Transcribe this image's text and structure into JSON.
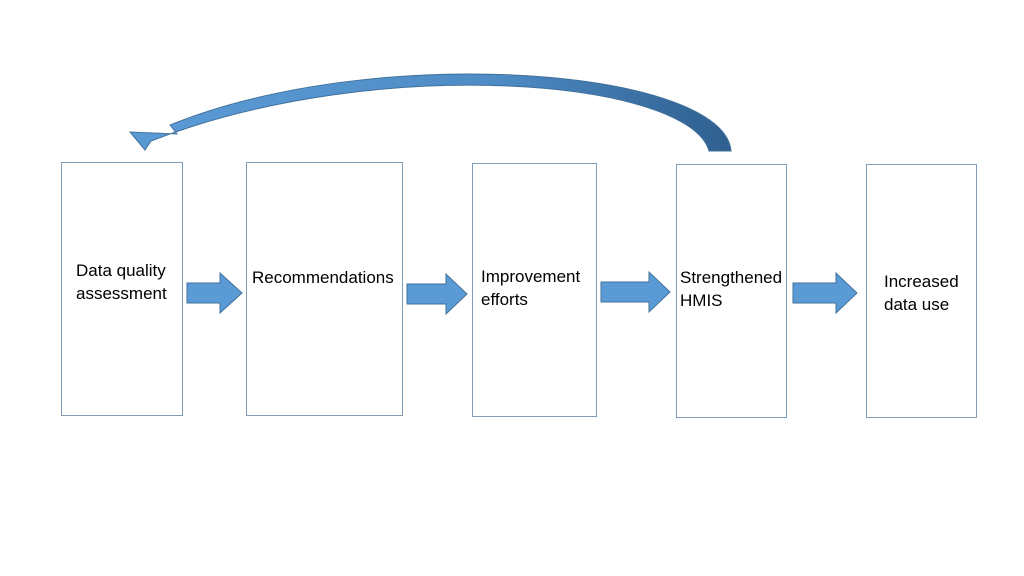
{
  "diagram": {
    "colors": {
      "box_border": "#7f9cb8",
      "arrow_fill": "#5b9bd5",
      "arrow_stroke": "#41719c",
      "curve_light": "#5b9bd5",
      "curve_dark": "#2e5f8f"
    },
    "steps": [
      {
        "label": "Data quality\nassessment"
      },
      {
        "label": "Recommendations"
      },
      {
        "label": "Improvement\nefforts"
      },
      {
        "label": "Strengthened\nHMIS"
      },
      {
        "label": "Increased\ndata use"
      }
    ],
    "connectors": [
      {
        "from": 0,
        "to": 1,
        "icon": "arrow-right-icon"
      },
      {
        "from": 1,
        "to": 2,
        "icon": "arrow-right-icon"
      },
      {
        "from": 2,
        "to": 3,
        "icon": "arrow-right-icon"
      },
      {
        "from": 3,
        "to": 4,
        "icon": "arrow-right-icon"
      }
    ],
    "feedback": {
      "from": 3,
      "to": 0,
      "icon": "curved-arrow-icon"
    }
  }
}
